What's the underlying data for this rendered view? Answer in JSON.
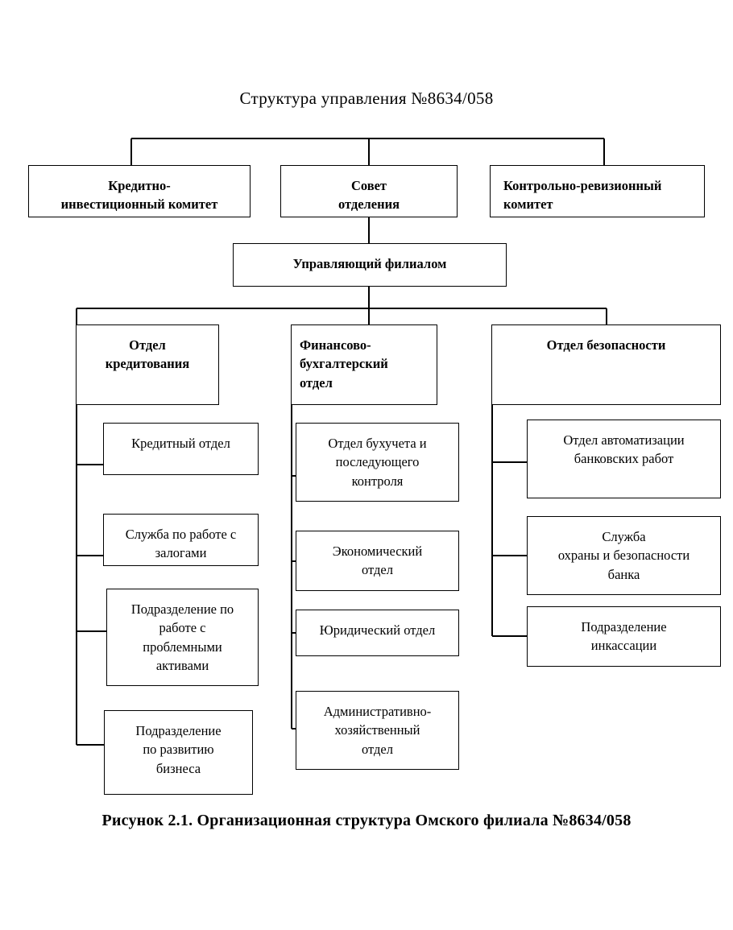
{
  "document": {
    "title": "Структура управления №8634/058",
    "caption": "Рисунок 2.1.  Организационная структура Омского филиала  №8634/058"
  },
  "colors": {
    "line": "#000000",
    "box_fill": "#ffffff",
    "text": "#000000",
    "page_background": "#ffffff"
  },
  "chart_data": {
    "type": "diagram",
    "subtype": "organizational-chart",
    "title": "Структура управления №8634/058",
    "caption": "Рисунок 2.1.  Организационная структура Омского филиала  №8634/058"
  },
  "nodes": {
    "committees": [
      {
        "id": "credit-investment-committee",
        "label": "Кредитно-\nинвестиционный комитет"
      },
      {
        "id": "branch-council",
        "label": "Совет\nотделения"
      },
      {
        "id": "audit-committee",
        "label": "Контрольно-ревизионный\nкомитет"
      }
    ],
    "manager": {
      "id": "branch-manager",
      "label": "Управляющий филиалом"
    },
    "divisions": [
      {
        "id": "credit-division",
        "label": "Отдел\nкредитования",
        "children": [
          {
            "id": "credit-department",
            "label": "Кредитный отдел"
          },
          {
            "id": "collateral-service",
            "label": "Служба по работе с\nзалогами"
          },
          {
            "id": "problem-assets-unit",
            "label": "Подразделение по\nработе с\nпроблемными\nактивами"
          },
          {
            "id": "business-development-unit",
            "label": "Подразделение\nпо развитию\nбизнеса"
          }
        ]
      },
      {
        "id": "finance-accounting-division",
        "label": "Финансово-\nбухгалтерский\nотдел",
        "children": [
          {
            "id": "accounting-control-department",
            "label": "Отдел бухучета и\nпоследующего\nконтроля"
          },
          {
            "id": "economic-department",
            "label": "Экономический\nотдел"
          },
          {
            "id": "legal-department",
            "label": "Юридический отдел"
          },
          {
            "id": "administrative-department",
            "label": "Административно-\nхозяйственный\nотдел"
          }
        ]
      },
      {
        "id": "security-division",
        "label": "Отдел безопасности",
        "children": [
          {
            "id": "bank-automation-department",
            "label": "Отдел автоматизации\nбанковских работ"
          },
          {
            "id": "bank-security-service",
            "label": "Служба\nохраны и безопасности\nбанка"
          },
          {
            "id": "cash-collection-unit",
            "label": "Подразделение\nинкассации"
          }
        ]
      }
    ]
  }
}
